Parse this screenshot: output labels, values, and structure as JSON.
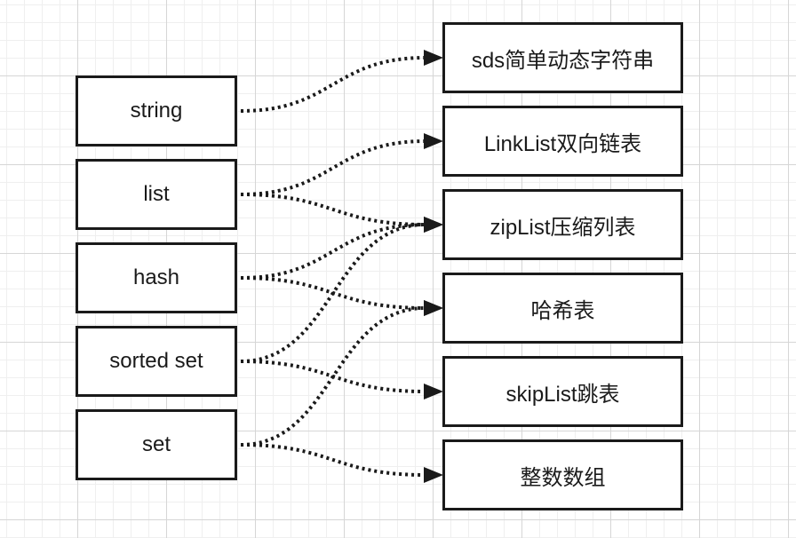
{
  "diagram": {
    "sources": [
      {
        "id": "string",
        "label": "string"
      },
      {
        "id": "list",
        "label": "list"
      },
      {
        "id": "hash",
        "label": "hash"
      },
      {
        "id": "sorted",
        "label": "sorted set"
      },
      {
        "id": "set",
        "label": "set"
      }
    ],
    "targets": [
      {
        "id": "sds",
        "label": "sds简单动态字符串"
      },
      {
        "id": "link",
        "label": "LinkList双向链表"
      },
      {
        "id": "zip",
        "label": "zipList压缩列表"
      },
      {
        "id": "hash",
        "label": "哈希表"
      },
      {
        "id": "skip",
        "label": "skipList跳表"
      },
      {
        "id": "int",
        "label": "整数数组"
      }
    ],
    "edges": [
      {
        "from": "string",
        "to": "sds"
      },
      {
        "from": "list",
        "to": "link"
      },
      {
        "from": "list",
        "to": "zip"
      },
      {
        "from": "hash",
        "to": "zip"
      },
      {
        "from": "hash",
        "to": "hash"
      },
      {
        "from": "sorted",
        "to": "zip"
      },
      {
        "from": "sorted",
        "to": "skip"
      },
      {
        "from": "set",
        "to": "hash"
      },
      {
        "from": "set",
        "to": "int"
      }
    ],
    "colors": {
      "line": "#1a1a1a",
      "border": "#1a1a1a",
      "background": "#ffffff",
      "grid": "#d6d6d6"
    }
  }
}
